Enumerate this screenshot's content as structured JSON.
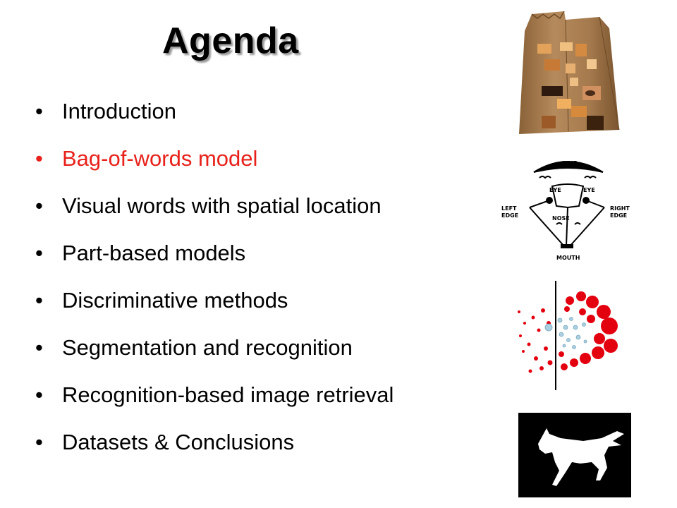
{
  "title": "Agenda",
  "agenda": [
    {
      "label": "Introduction",
      "active": false
    },
    {
      "label": "Bag-of-words model",
      "active": true
    },
    {
      "label": "Visual words with spatial location",
      "active": false
    },
    {
      "label": "Part-based models",
      "active": false
    },
    {
      "label": "Discriminative methods",
      "active": false
    },
    {
      "label": "Segmentation and recognition",
      "active": false
    },
    {
      "label": "Recognition-based image retrieval",
      "active": false
    },
    {
      "label": "Datasets & Conclusions",
      "active": false
    }
  ],
  "bullet_glyph": "•",
  "colors": {
    "text": "#000000",
    "active": "#e8211b",
    "bag": "#a97c4f",
    "scatter_red": "#e3000f",
    "scatter_blue": "#a9cfe0"
  },
  "illustrations": {
    "bag": {
      "icon": "paper-bag-of-face-patches-icon"
    },
    "face_model": {
      "icon": "pictorial-structure-face-icon",
      "labels": {
        "hair": "HAIR",
        "eye_left": "EYE",
        "eye_right": "EYE",
        "left_edge_1": "LEFT",
        "left_edge_2": "EDGE",
        "right_edge_1": "RIGHT",
        "right_edge_2": "EDGE",
        "nose": "NOSE",
        "mouth": "MOUTH"
      }
    },
    "scatter": {
      "icon": "discriminative-classifier-scatter-icon"
    },
    "horse": {
      "icon": "horse-segmentation-silhouette-icon"
    }
  }
}
